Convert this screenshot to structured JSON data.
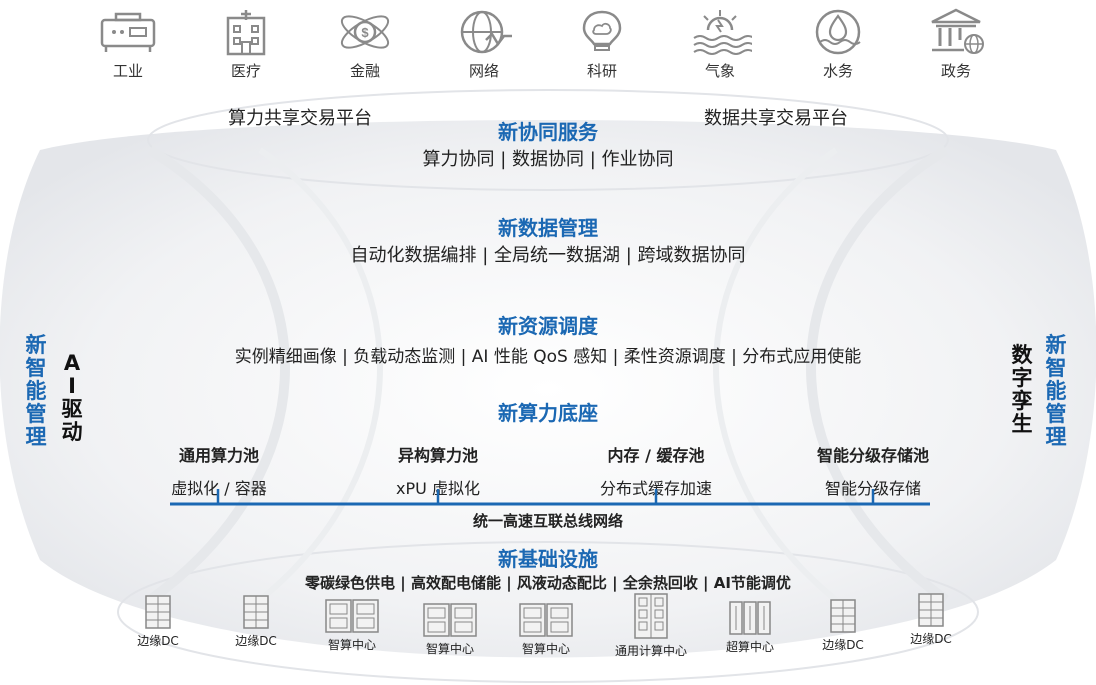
{
  "industries": [
    {
      "label": "工业",
      "icon": "industrial-machine-icon"
    },
    {
      "label": "医疗",
      "icon": "hospital-icon"
    },
    {
      "label": "金融",
      "icon": "finance-coin-icon"
    },
    {
      "label": "网络",
      "icon": "network-globe-icon"
    },
    {
      "label": "科研",
      "icon": "research-bulb-icon"
    },
    {
      "label": "气象",
      "icon": "weather-icon"
    },
    {
      "label": "水务",
      "icon": "water-drop-icon"
    },
    {
      "label": "政务",
      "icon": "government-building-icon"
    }
  ],
  "platforms": {
    "left": "算力共享交易平台",
    "right": "数据共享交易平台"
  },
  "layers": {
    "collab": {
      "title": "新协同服务",
      "items": "算力协同 | 数据协同 | 作业协同"
    },
    "data": {
      "title": "新数据管理",
      "items": "自动化数据编排 | 全局统一数据湖 | 跨域数据协同"
    },
    "resource": {
      "title": "新资源调度",
      "items": "实例精细画像 | 负载动态监测 | AI 性能 QoS 感知 | 柔性资源调度 | 分布式应用使能"
    },
    "compute": {
      "title": "新算力底座"
    },
    "infra": {
      "title": "新基础设施",
      "items": "零碳绿色供电 | 高效配电储能 | 风液动态配比 | 全余热回收 | AI节能调优"
    }
  },
  "pools": [
    {
      "title": "通用算力池",
      "sub": "虚拟化 / 容器"
    },
    {
      "title": "异构算力池",
      "sub": "xPU 虚拟化"
    },
    {
      "title": "内存 / 缓存池",
      "sub": "分布式缓存加速"
    },
    {
      "title": "智能分级存储池",
      "sub": "智能分级存储"
    }
  ],
  "bus": "统一高速互联总线网络",
  "left_side": {
    "blue": "新智能管理",
    "black": "AI驱动"
  },
  "right_side": {
    "black": "数字孪生",
    "blue": "新智能管理"
  },
  "datacenters": [
    {
      "label": "边缘DC",
      "icon": "edge-rack-icon"
    },
    {
      "label": "边缘DC",
      "icon": "edge-rack-icon"
    },
    {
      "label": "智算中心",
      "icon": "ai-dc-icon"
    },
    {
      "label": "智算中心",
      "icon": "ai-dc-icon"
    },
    {
      "label": "智算中心",
      "icon": "ai-dc-icon"
    },
    {
      "label": "通用计算中心",
      "icon": "general-dc-icon"
    },
    {
      "label": "超算中心",
      "icon": "supercomputer-icon"
    },
    {
      "label": "边缘DC",
      "icon": "edge-rack-icon"
    },
    {
      "label": "边缘DC",
      "icon": "edge-rack-icon"
    }
  ],
  "colors": {
    "accent": "#1b68b3",
    "bus": "#1b68b3",
    "icon": "#8a8a8a"
  }
}
